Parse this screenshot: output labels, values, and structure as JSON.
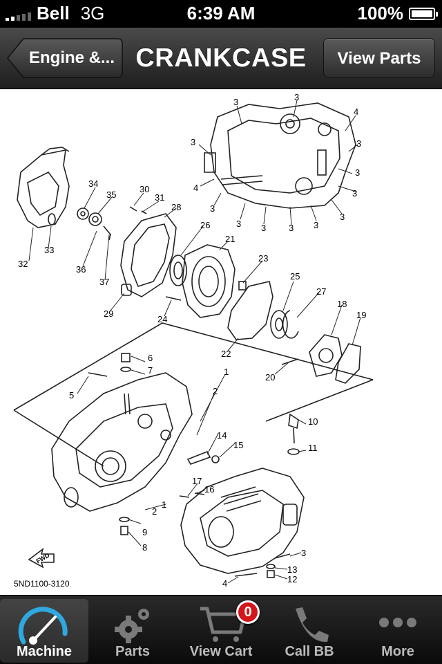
{
  "status_bar": {
    "carrier": "Bell",
    "network": "3G",
    "time": "6:39 AM",
    "battery": "100%"
  },
  "nav": {
    "back_label": "Engine &...",
    "title": "CRANKCASE",
    "right_button_label": "View Parts"
  },
  "diagram": {
    "code": "5ND1100-3120",
    "fwd_label": "FWD",
    "callouts": [
      "1",
      "2",
      "3",
      "4",
      "5",
      "6",
      "7",
      "8",
      "9",
      "10",
      "11",
      "12",
      "13",
      "14",
      "15",
      "16",
      "17",
      "18",
      "19",
      "20",
      "21",
      "22",
      "23",
      "24",
      "25",
      "26",
      "27",
      "28",
      "29",
      "30",
      "31",
      "32",
      "33",
      "34",
      "35",
      "36",
      "37"
    ]
  },
  "tabs": [
    {
      "label": "Machine",
      "icon": "speedometer-icon",
      "active": true
    },
    {
      "label": "Parts",
      "icon": "gears-icon",
      "active": false
    },
    {
      "label": "View Cart",
      "icon": "cart-icon",
      "active": false
    },
    {
      "label": "Call BB",
      "icon": "phone-icon",
      "active": false
    },
    {
      "label": "More",
      "icon": "more-dots-icon",
      "active": false
    }
  ],
  "cart_badge": "0",
  "colors": {
    "accent": "#2fa8e0",
    "badge": "#d4161b"
  }
}
